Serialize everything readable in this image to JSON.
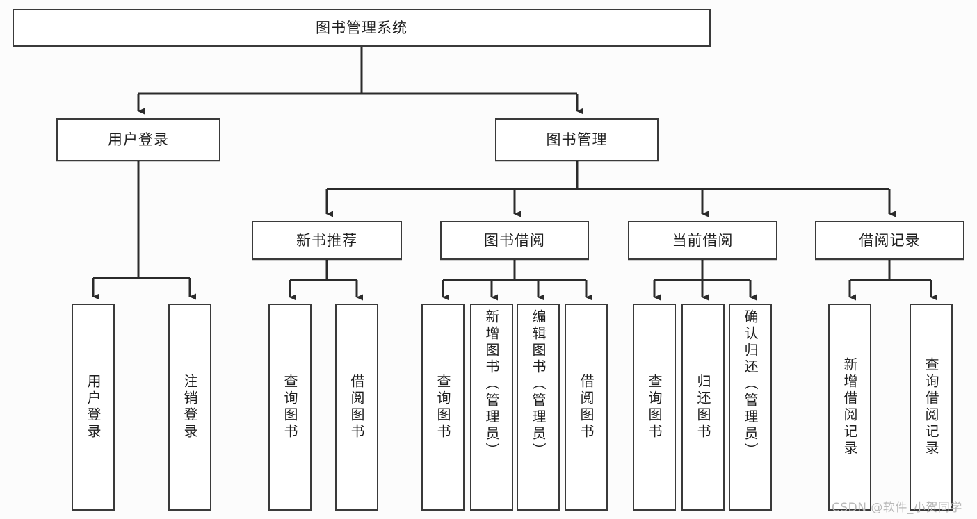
{
  "diagram": {
    "title": "图书管理系统",
    "type": "tree-hierarchy",
    "watermark": "CSDN @软件_小贺同学",
    "colors": {
      "background": "#fcfcfc",
      "node_fill": "#ffffff",
      "node_border": "#3a3a3a",
      "connector": "#2b2b2b",
      "text": "#1f1f1f",
      "watermark": "#b9b9b9"
    },
    "nodes": {
      "root": {
        "label": "图书管理系统"
      },
      "level2": [
        {
          "label": "用户登录"
        },
        {
          "label": "图书管理"
        }
      ],
      "level3": [
        {
          "label": "新书推荐"
        },
        {
          "label": "图书借阅"
        },
        {
          "label": "当前借阅"
        },
        {
          "label": "借阅记录"
        }
      ],
      "leaves": {
        "user_login": [
          {
            "label": "用户登录"
          },
          {
            "label": "注销登录"
          }
        ],
        "new_book_recommend": [
          {
            "label": "查询图书"
          },
          {
            "label": "借阅图书"
          }
        ],
        "book_borrow": [
          {
            "label": "查询图书"
          },
          {
            "label": "新增图书（管理员）"
          },
          {
            "label": "编辑图书（管理员）"
          },
          {
            "label": "借阅图书"
          }
        ],
        "current_borrow": [
          {
            "label": "查询图书"
          },
          {
            "label": "归还图书"
          },
          {
            "label": "确认归还（管理员）"
          }
        ],
        "borrow_record": [
          {
            "label": "新增借阅记录"
          },
          {
            "label": "查询借阅记录"
          }
        ]
      }
    }
  }
}
